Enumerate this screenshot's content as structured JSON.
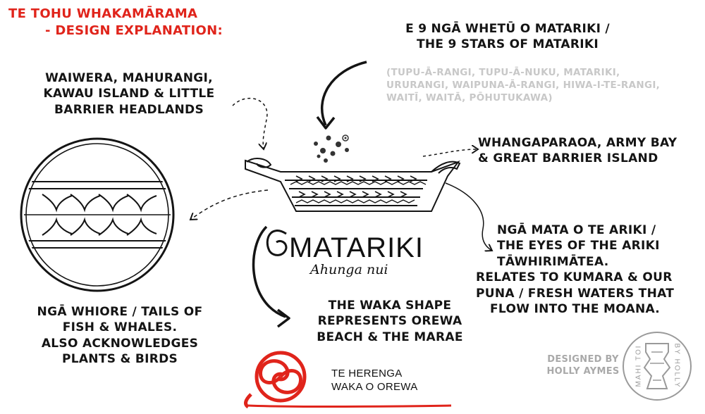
{
  "title": {
    "line1": "TE TOHU WHAKAMĀRAMA",
    "line2": "- DESIGN EXPLANATION:"
  },
  "stars": {
    "line1": "E 9 NGĀ WHETŪ O MATARIKI /",
    "line2": "THE 9 STARS OF MATARIKI",
    "names_line1": "(TUPU-Ā-RANGI, TUPU-Ā-NUKU, MATARIKI,",
    "names_line2": "URURANGI, WAIPUNA-Ā-RANGI, HIWA-I-TE-RANGI,",
    "names_line3": "WAITĪ, WAITĀ, PŌHUTUKAWA)"
  },
  "headlands": {
    "line1": "WAIWERA, MAHURANGI,",
    "line2": "KAWAU ISLAND & LITTLE",
    "line3": "BARRIER HEADLANDS"
  },
  "whangaparaoa": {
    "line1": "WHANGAPARAOA, ARMY BAY",
    "line2": "& GREAT BARRIER ISLAND"
  },
  "eyes": {
    "line1": "NGĀ MATA O TE ARIKI /",
    "line2": "THE EYES OF THE ARIKI",
    "line3": "TĀWHIRIMĀTEA.",
    "line4": "RELATES TO KUMARA & OUR",
    "line5": "PUNA / FRESH WATERS THAT",
    "line6": "FLOW INTO THE MOANA."
  },
  "tails": {
    "line1": "NGĀ WHIORE / TAILS OF",
    "line2": "FISH & WHALES.",
    "line3": "ALSO ACKNOWLEDGES",
    "line4": "PLANTS & BIRDS"
  },
  "waka": {
    "line1": "THE WAKA SHAPE",
    "line2": "REPRESENTS OREWA",
    "line3": "BEACH & THE MARAE"
  },
  "matariki_logo": {
    "word": "MATARIKI",
    "script": "Ahunga nui"
  },
  "herenga": {
    "line1": "TE HERENGA",
    "line2": "WAKA O OREWA"
  },
  "credit": {
    "line1": "DESIGNED BY",
    "line2": "HOLLY AYMES"
  },
  "badge": {
    "left": "MAHI TOI",
    "right": "BY HOLLY"
  },
  "colors": {
    "accent_red": "#e0241b",
    "ink": "#141414",
    "muted_grey": "#c8c8c8"
  }
}
